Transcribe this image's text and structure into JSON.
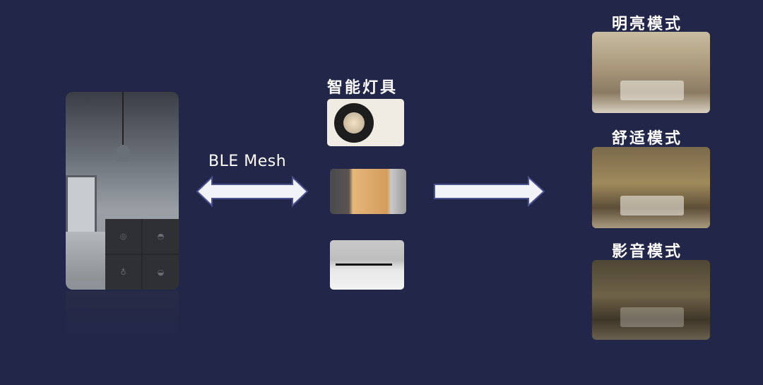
{
  "left": {
    "protocol_label": "BLE Mesh"
  },
  "middle": {
    "title": "智能灯具"
  },
  "right": {
    "modes": [
      {
        "label": "明亮模式"
      },
      {
        "label": "舒适模式"
      },
      {
        "label": "影音模式"
      }
    ]
  },
  "colors": {
    "background": "#222648",
    "arrow_fill": "#f2f3f8",
    "arrow_stroke": "#4a5290"
  }
}
